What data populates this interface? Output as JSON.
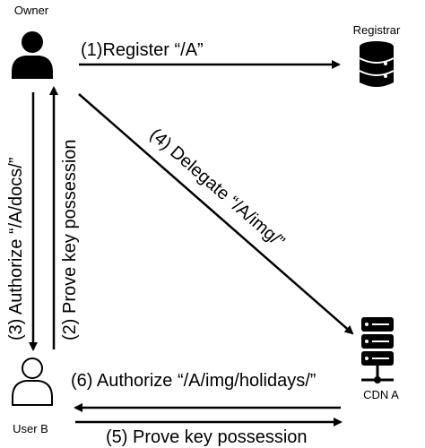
{
  "nodes": {
    "owner": {
      "label": "Owner",
      "icon": "user-filled-icon"
    },
    "registrar": {
      "label": "Registrar",
      "icon": "database-icon"
    },
    "user_b": {
      "label": "User B",
      "icon": "user-outline-icon"
    },
    "cdn_a": {
      "label": "CDN A",
      "icon": "server-icon"
    }
  },
  "edges": {
    "register": {
      "label": "(1)Register “/A”"
    },
    "prove_owner": {
      "label": "(2)  Prove key possession"
    },
    "authorize_docs": {
      "label": "(3) Authorize “/A/docs/”"
    },
    "delegate": {
      "label": "(4) Delegate “/A/img/”"
    },
    "prove_cdn": {
      "label": "(5)  Prove key possession"
    },
    "authorize_holidays": {
      "label": "(6) Authorize “/A/img/holidays/”"
    }
  },
  "colors": {
    "ink": "#000000",
    "background": "#ffffff"
  }
}
